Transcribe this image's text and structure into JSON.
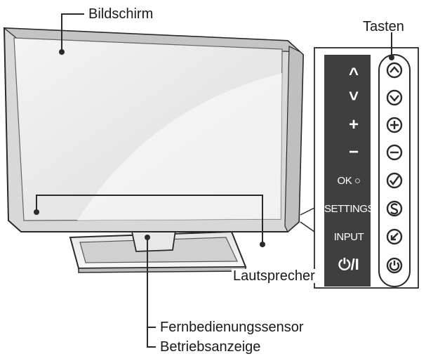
{
  "labels": {
    "screen": "Bildschirm",
    "buttons": "Tasten",
    "speaker": "Lautsprecher",
    "remote_sensor": "Fernbedienungssensor",
    "power_indicator": "Betriebsanzeige"
  },
  "panel_buttons": [
    {
      "label": "^",
      "icon": "chevron-up-icon"
    },
    {
      "label": "˅",
      "icon": "chevron-down-icon"
    },
    {
      "label": "+",
      "icon": "plus-icon"
    },
    {
      "label": "−",
      "icon": "minus-icon"
    },
    {
      "label": "OK ○",
      "icon": "check-icon"
    },
    {
      "label": "SETTINGS",
      "icon": "settings-s-icon"
    },
    {
      "label": "INPUT",
      "icon": "input-arrow-icon"
    },
    {
      "label": "⏻/I",
      "icon": "power-icon"
    }
  ],
  "colors": {
    "panel": "#3f3f3f",
    "bezel": "#d9d9d9",
    "outline": "#2a2a2a",
    "screen_glass": "#e9e9e9"
  }
}
